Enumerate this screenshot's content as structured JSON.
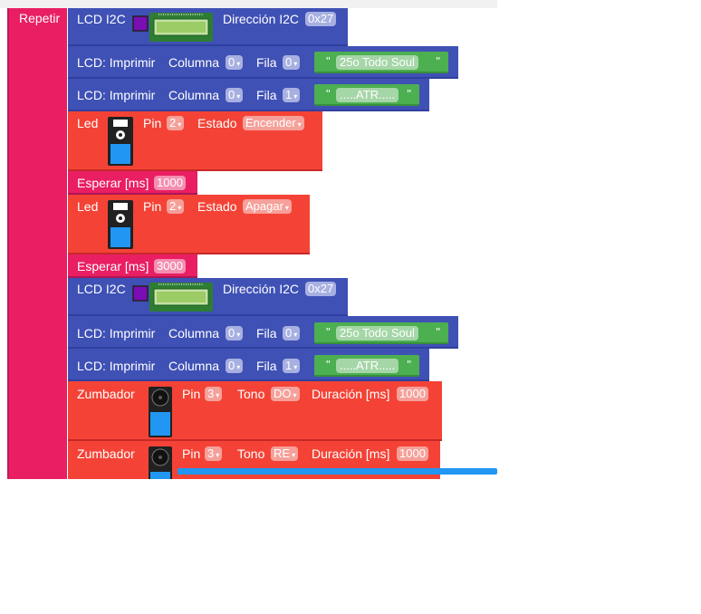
{
  "repeat": {
    "label": "Repetir"
  },
  "lcd1": {
    "label": "LCD I2C",
    "addr_label": "Dirección I2C",
    "addr_value": "0x27"
  },
  "print1": {
    "label": "LCD: Imprimir",
    "col_label": "Columna",
    "col_value": "0",
    "row_label": "Fila",
    "row_value": "0",
    "text": "25o Todo Soul"
  },
  "print2": {
    "label": "LCD: Imprimir",
    "col_label": "Columna",
    "col_value": "0",
    "row_label": "Fila",
    "row_value": "1",
    "text": ".....ATR....."
  },
  "led1": {
    "label": "Led",
    "pin_label": "Pin",
    "pin_value": "2",
    "state_label": "Estado",
    "state_value": "Encender"
  },
  "wait1": {
    "label": "Esperar [ms]",
    "value": "1000"
  },
  "led2": {
    "label": "Led",
    "pin_label": "Pin",
    "pin_value": "2",
    "state_label": "Estado",
    "state_value": "Apagar"
  },
  "wait2": {
    "label": "Esperar [ms]",
    "value": "3000"
  },
  "lcd2": {
    "label": "LCD I2C",
    "addr_label": "Dirección I2C",
    "addr_value": "0x27"
  },
  "print3": {
    "label": "LCD: Imprimir",
    "col_label": "Columna",
    "col_value": "0",
    "row_label": "Fila",
    "row_value": "0",
    "text": "25o Todo Soul"
  },
  "print4": {
    "label": "LCD: Imprimir",
    "col_label": "Columna",
    "col_value": "0",
    "row_label": "Fila",
    "row_value": "1",
    "text": ".....ATR....."
  },
  "buzz1": {
    "label": "Zumbador",
    "pin_label": "Pin",
    "pin_value": "3",
    "tone_label": "Tono",
    "tone_value": "DO",
    "dur_label": "Duración [ms]",
    "dur_value": "1000"
  },
  "buzz2": {
    "label": "Zumbador",
    "pin_label": "Pin",
    "pin_value": "3",
    "tone_label": "Tono",
    "tone_value": "RE",
    "dur_label": "Duración [ms]",
    "dur_value": "1000"
  },
  "icons": {
    "lcd": "lcd-module-icon",
    "led": "led-module-icon",
    "buzzer": "buzzer-module-icon"
  },
  "colors": {
    "loop": "#e91e63",
    "display": "#3f51b5",
    "actuator": "#f44336",
    "text": "#4caf50",
    "scroll": "#2196f3"
  }
}
